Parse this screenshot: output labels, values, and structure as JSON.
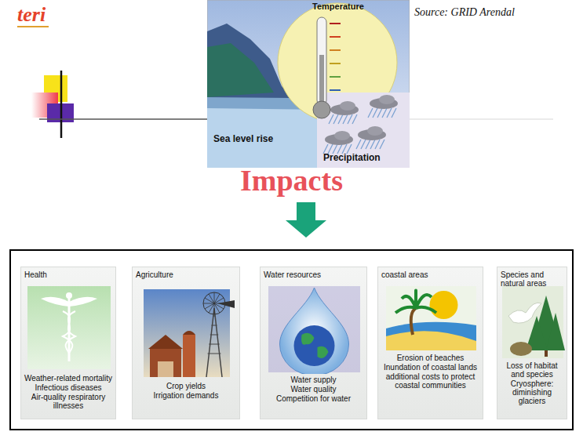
{
  "diagram": {
    "title": "Impacts",
    "nodes": [
      {
        "text": [
          "Temperature",
          "Sea level rise",
          "Precipitation"
        ]
      },
      {
        "text": [
          "Health",
          "Weather-related mortality",
          "Infectious diseases",
          "Air-quality respiratory illnesses"
        ]
      },
      {
        "text": [
          "Agriculture",
          "Crop yields",
          "Irrigation demands"
        ]
      },
      {
        "text": [
          "Water resources",
          "Water supply",
          "Water quality",
          "Competition for water"
        ]
      },
      {
        "text": [
          "coastal areas",
          "Erosion of beaches",
          "Inundation of coastal lands",
          "additional costs to protect coastal communities"
        ]
      },
      {
        "text": [
          "Species and natural areas",
          "Loss of habitat and species",
          "Cryosphere: diminishing glaciers"
        ]
      }
    ],
    "labels": [
      "teri",
      "Source: GRID Arendal"
    ]
  }
}
